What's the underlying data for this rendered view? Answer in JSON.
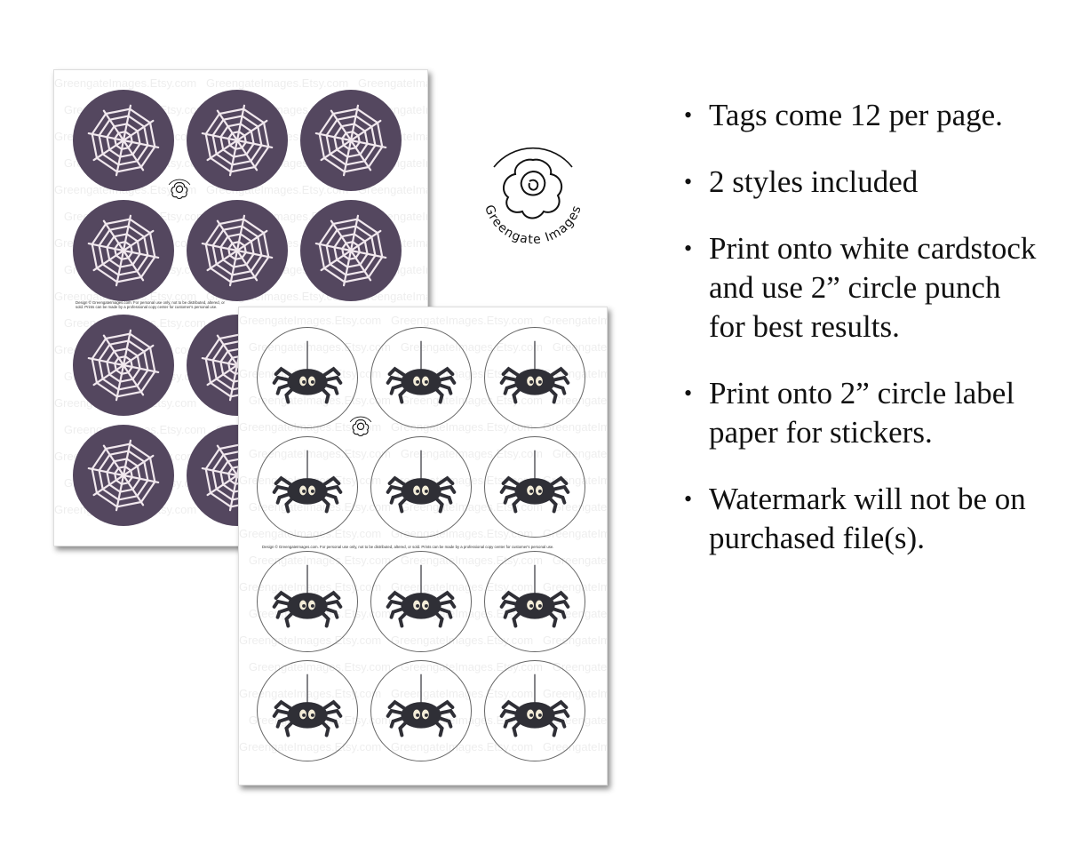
{
  "brand": {
    "logo_text": "Greengate Images",
    "watermark": "GreengateImages.Etsy.com"
  },
  "colors": {
    "web_tag": "#54475f",
    "web_lines": "#f1e8ee",
    "spider": "#2f2f36"
  },
  "sheets": {
    "back": {
      "style": "spider-web",
      "footer": "Design © GreengateImages.com. For personal use only, not to be distributed, altered, or sold. Prints can be made by a professional copy center for customer's personal use."
    },
    "front": {
      "style": "hanging-spider",
      "footer": "Design © GreengateImages.com. For personal use only, not to be distributed, altered, or sold. Prints can be made by a professional copy center for customer's personal use."
    }
  },
  "features": [
    "Tags come 12 per page.",
    "2 styles included",
    "Print onto white cardstock and use 2” circle punch for best results.",
    "Print onto 2” circle label paper for stickers.",
    "Watermark will not be on purchased file(s)."
  ]
}
